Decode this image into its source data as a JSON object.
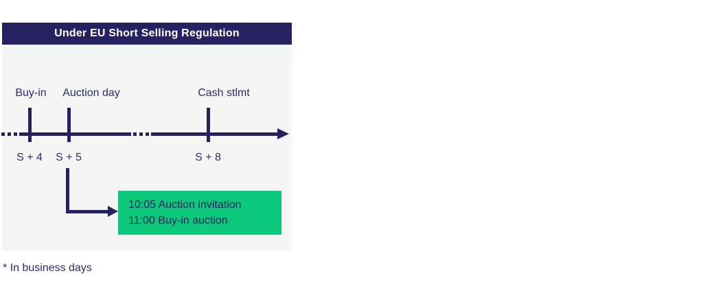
{
  "header": {
    "title": "Under EU Short Selling Regulation"
  },
  "timeline": {
    "milestones": [
      {
        "label": "Buy-in",
        "day": "S + 4"
      },
      {
        "label": "Auction day",
        "day": "S + 5"
      },
      {
        "label": "Cash stlmt",
        "day": "S + 8"
      }
    ],
    "arrow_icon": "right-arrowhead"
  },
  "callout": {
    "lines": [
      "10:05 Auction invitation",
      "11:00 Buy-in auction"
    ]
  },
  "footnote": "* In business days",
  "colors": {
    "navy": "#262160",
    "green": "#0bc87b",
    "panel_gray": "#f5f5f6",
    "text_ink": "#2f2a68",
    "title_text": "#ffffff"
  }
}
